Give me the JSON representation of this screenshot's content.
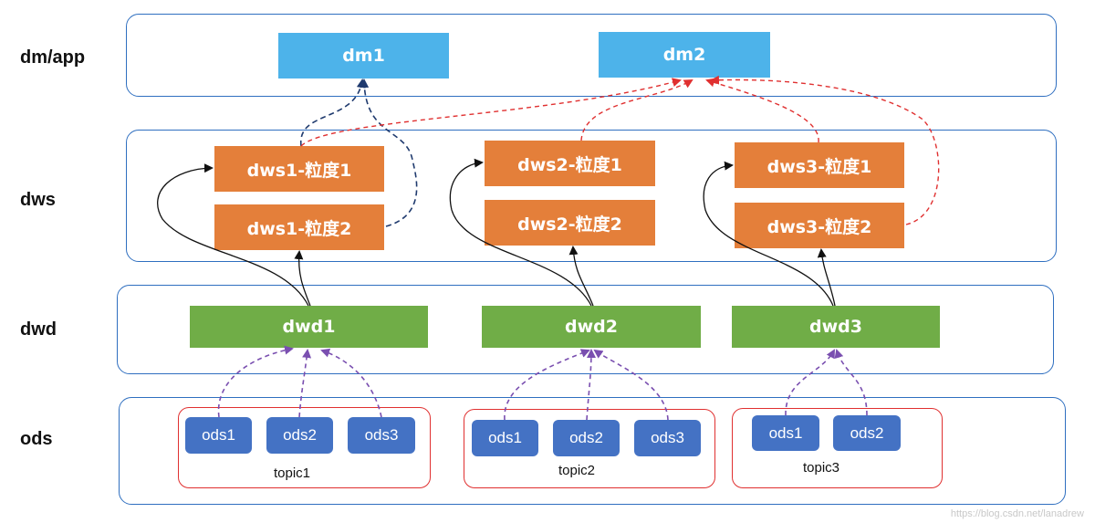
{
  "layers": {
    "dm": "dm/app",
    "dws": "dws",
    "dwd": "dwd",
    "ods": "ods"
  },
  "dm_nodes": [
    "dm1",
    "dm2"
  ],
  "dws_nodes": [
    "dws1-粒度1",
    "dws1-粒度2",
    "dws2-粒度1",
    "dws2-粒度2",
    "dws3-粒度1",
    "dws3-粒度2"
  ],
  "dwd_nodes": [
    "dwd1",
    "dwd2",
    "dwd3"
  ],
  "topics": [
    {
      "label": "topic1",
      "ods": [
        "ods1",
        "ods2",
        "ods3"
      ]
    },
    {
      "label": "topic2",
      "ods": [
        "ods1",
        "ods2",
        "ods3"
      ]
    },
    {
      "label": "topic3",
      "ods": [
        "ods1",
        "ods2"
      ]
    }
  ],
  "colors": {
    "layer_border": "#2f6fc0",
    "dm": "#4db3ea",
    "dws": "#e47f3a",
    "dwd": "#70ad47",
    "ods": "#4472c4",
    "topic_border": "#e03030",
    "arrow_black": "#111111",
    "arrow_navy": "#1f3a6e",
    "arrow_red": "#e03030",
    "arrow_purple": "#7a4fb0"
  },
  "watermark": "https://blog.csdn.net/lanadrew"
}
